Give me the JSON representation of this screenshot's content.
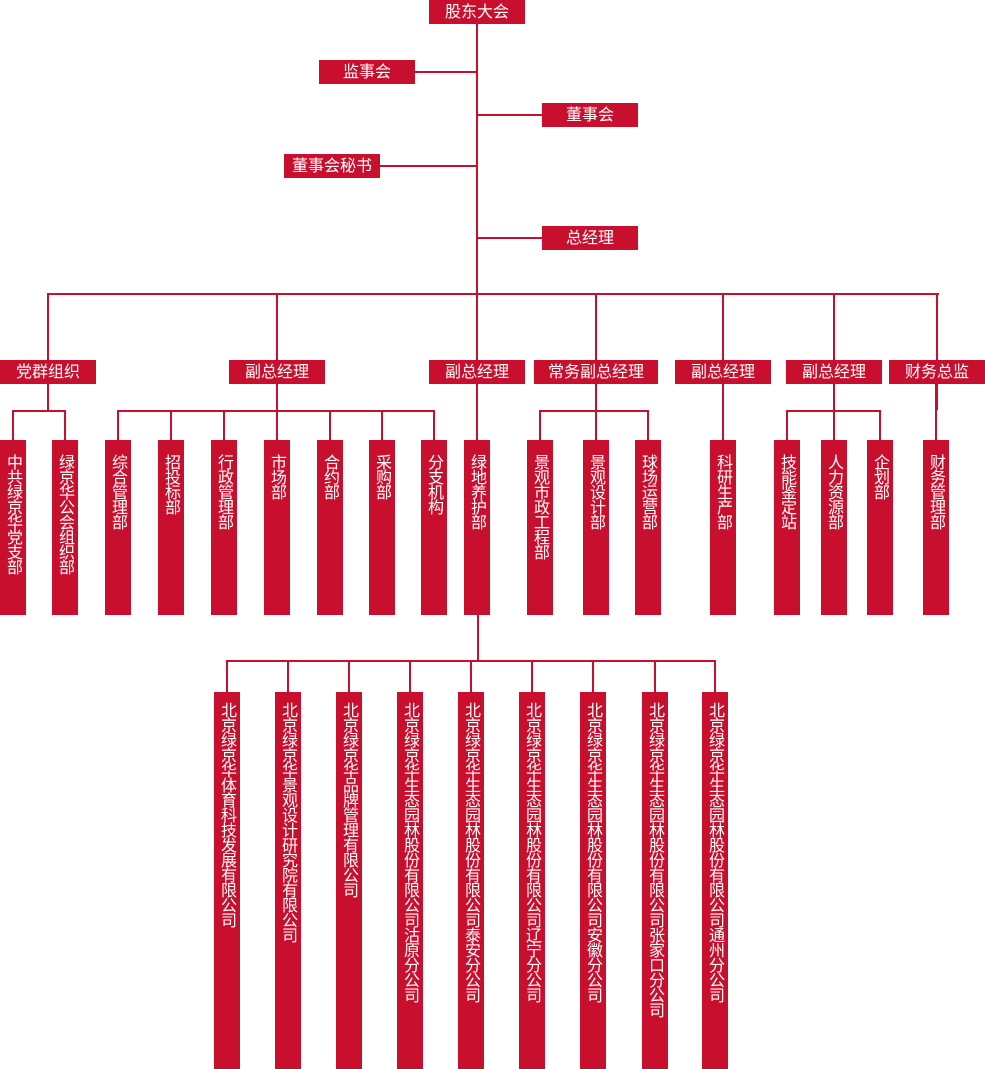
{
  "colors": {
    "accent": "#c8102e",
    "text": "#ffffff",
    "background": "#ffffff"
  },
  "top": {
    "shareholders": "股东大会",
    "supervisory_board": "监事会",
    "board": "董事会",
    "board_secretary": "董事会秘书",
    "general_manager": "总经理"
  },
  "divisions": [
    {
      "label": "党群组织",
      "units": [
        "中共绿京华党支部",
        "绿京华公会组织部"
      ]
    },
    {
      "label": "副总经理",
      "units": [
        "综合管理部",
        "招投标部",
        "行政管理部",
        "市场部",
        "合约部",
        "采购部",
        "分支机构"
      ]
    },
    {
      "label": "副总经理",
      "units": [
        "绿地养护部"
      ]
    },
    {
      "label": "常务副总经理",
      "units": [
        "景观市政工程部",
        "景观设计部",
        "球场运营部"
      ]
    },
    {
      "label": "副总经理",
      "units": [
        "科研生产部"
      ]
    },
    {
      "label": "副总经理",
      "units": [
        "技能鉴定站",
        "人力资源部",
        "企划部"
      ]
    },
    {
      "label": "财务总监",
      "units": [
        "财务管理部"
      ]
    }
  ],
  "subsidiaries": [
    "北京绿京华体育科技发展有限公司",
    "北京绿京华景观设计研究院有限公司",
    "北京绿京华品牌管理有限公司",
    "北京绿京华生态园林股份有限公司沽原分公司",
    "北京绿京华生态园林股份有限公司泰安分公司",
    "北京绿京华生态园林股份有限公司辽宁分公司",
    "北京绿京华生态园林股份有限公司安徽分公司",
    "北京绿京华生态园林股份有限公司张家口分公司",
    "北京绿京华生态园林股份有限公司通州分公司"
  ]
}
